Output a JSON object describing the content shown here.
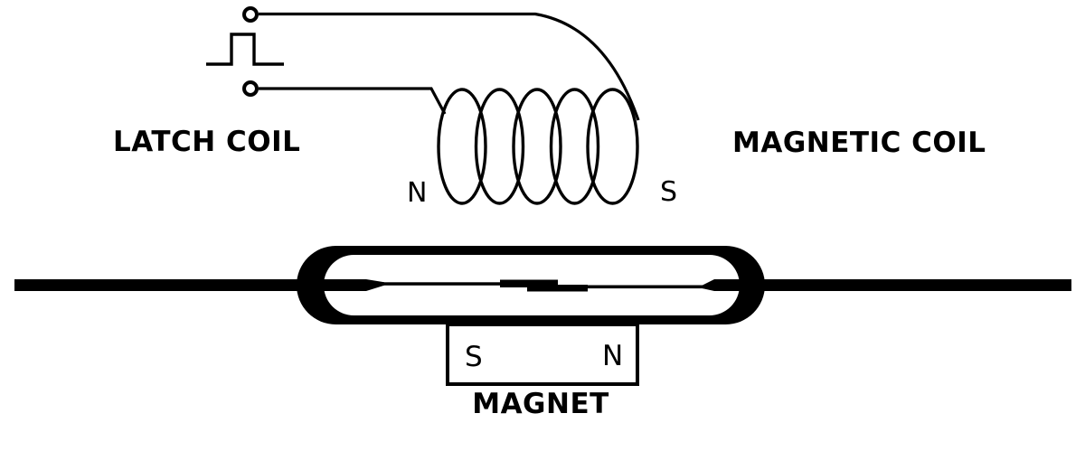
{
  "diagram": {
    "latch_coil_label": "LATCH COIL",
    "magnetic_coil_label": "MAGNETIC COIL",
    "coil_pole_left": "N",
    "coil_pole_right": "S",
    "magnet_pole_left": "S",
    "magnet_pole_right": "N",
    "magnet_label": "MAGNET",
    "colors": {
      "line": "#000000",
      "background": "#ffffff"
    }
  }
}
